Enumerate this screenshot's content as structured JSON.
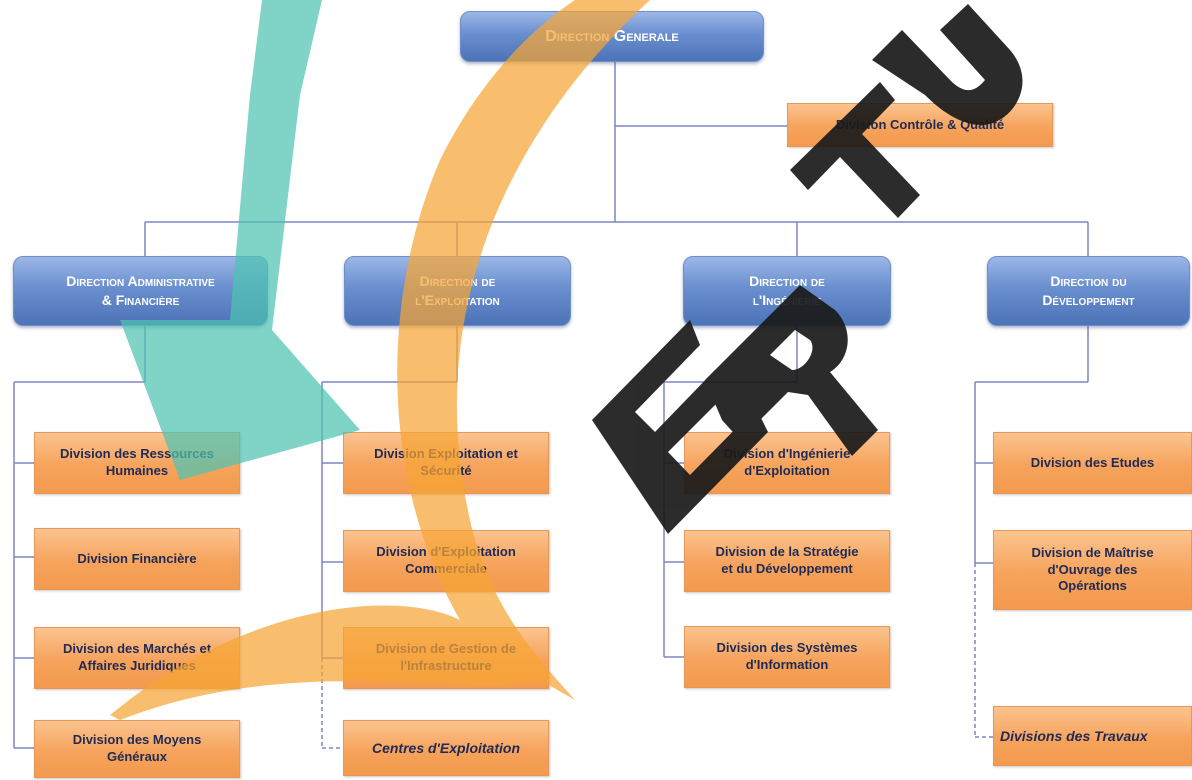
{
  "org": {
    "top": "Direction Generale",
    "staff": "Division Contrôle & Qualité",
    "directions": [
      {
        "title_l1": "Direction Administrative",
        "title_l2": "& Financière",
        "divisions": [
          {
            "l1": "Division des Ressources",
            "l2": "Humaines"
          },
          {
            "l1": "Division Financière",
            "l2": ""
          },
          {
            "l1": "Division des Marchés et",
            "l2": "Affaires Juridiques"
          },
          {
            "l1": "Division des Moyens",
            "l2": "Généraux"
          }
        ]
      },
      {
        "title_l1": "Direction de",
        "title_l2": "l'Exploitation",
        "divisions": [
          {
            "l1": "Division Exploitation et",
            "l2": "Sécurité"
          },
          {
            "l1": "Division d'Exploitation",
            "l2": "Commerciale"
          },
          {
            "l1": "Division de Gestion de",
            "l2": "l'Infrastructure"
          },
          {
            "l1": "Centres d'Exploitation",
            "l2": ""
          }
        ]
      },
      {
        "title_l1": "Direction de",
        "title_l2": "l'Ingénierie",
        "divisions": [
          {
            "l1": "Division d'Ingénierie",
            "l2": "d'Exploitation"
          },
          {
            "l1": "Division de la Stratégie",
            "l2": "et du Développement"
          },
          {
            "l1": "Division des Systèmes",
            "l2": "d'Information"
          }
        ]
      },
      {
        "title_l1": "Direction du",
        "title_l2": "Développement",
        "divisions": [
          {
            "l1": "Division des Etudes",
            "l2": ""
          },
          {
            "l1": "Division de Maîtrise",
            "l2": "d'Ouvrage des",
            "l3": "Opérations"
          },
          {
            "l1": "Divisions des Travaux",
            "l2": ""
          }
        ]
      }
    ]
  },
  "watermark": {
    "text": "ERTU",
    "colors": {
      "teal": "#4ec3b2",
      "orange": "#f7a534",
      "letters": "#1a1a1a"
    }
  },
  "colors": {
    "line": "#7b86c2",
    "direction_fill": "#6a8fcf",
    "division_fill": "#f6a35c",
    "division_text": "#1f2a55"
  }
}
